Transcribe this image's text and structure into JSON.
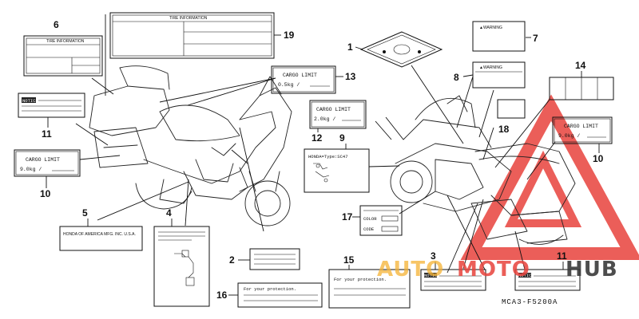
{
  "diagram": {
    "code": "MCA3-F5200A",
    "watermark": {
      "text_a": "AUTO",
      "text_b": "MOTO",
      "text_c": "HUB",
      "color_orange": "#f5b233",
      "color_red": "#e8423c",
      "color_gray": "#3a3a3a"
    }
  },
  "callouts": {
    "n1": "1",
    "n2": "2",
    "n3": "3",
    "n4": "4",
    "n5": "5",
    "n6": "6",
    "n7": "7",
    "n8": "8",
    "n9": "9",
    "n10a": "10",
    "n10b": "10",
    "n11a": "11",
    "n11b": "11",
    "n12": "12",
    "n13": "13",
    "n14": "14",
    "n15": "15",
    "n16": "16",
    "n17": "17",
    "n18": "18",
    "n19": "19"
  },
  "labels": {
    "tire_info_small": "TIRE INFORMATION",
    "tire_info_large": "TIRE INFORMATION",
    "warning_7": "▲WARNING",
    "warning_8": "▲WARNING",
    "cargo_13_title": "CARGO LIMIT",
    "cargo_13_value": "0.5kg /",
    "cargo_12_title": "CARGO LIMIT",
    "cargo_12_value": "2.0kg /",
    "cargo_10a_title": "CARGO LIMIT",
    "cargo_10a_value": "9.0kg /",
    "cargo_10b_title": "CARGO LIMIT",
    "cargo_10b_value": "9.0kg /",
    "honda_type": "HONDA=Type:SC47",
    "honda_america": "HONDA OF AMERICA MFG. INC. U.S.A.",
    "color_label": "COLOR",
    "code_label": "CODE",
    "protection_16": "For your protection.",
    "protection_15": "For your protection.",
    "notice_11a": "NOTICE",
    "notice_3": "NOTICE",
    "notice_11b": "NOTICE"
  }
}
